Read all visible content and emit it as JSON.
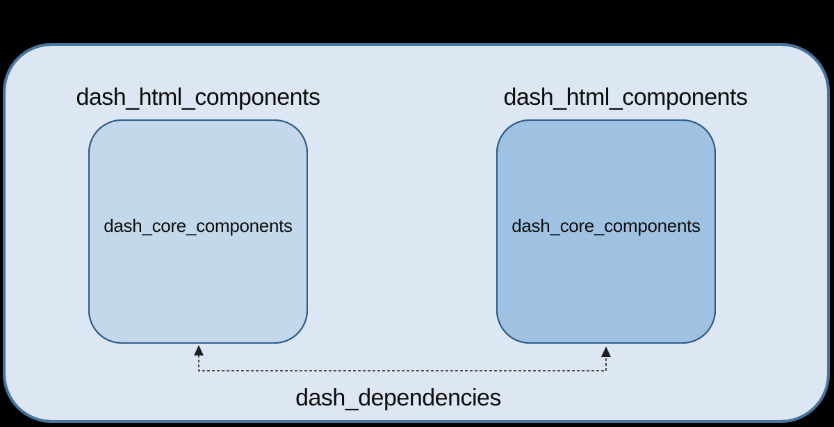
{
  "diagram": {
    "groups": [
      {
        "title": "dash_html_components",
        "box_label": "dash_core_components"
      },
      {
        "title": "dash_html_components",
        "box_label": "dash_core_components"
      }
    ],
    "connector_label": "dash_dependencies"
  },
  "colors": {
    "canvas_background": "#000000",
    "outer_fill": "#dce7f3",
    "outer_border": "#46759f",
    "left_box_fill": "#c4d8ec",
    "right_box_fill": "#9fc2e3",
    "box_border": "#2e5e8c",
    "text": "#0d0d0d",
    "connector": "#1f1f1f"
  }
}
